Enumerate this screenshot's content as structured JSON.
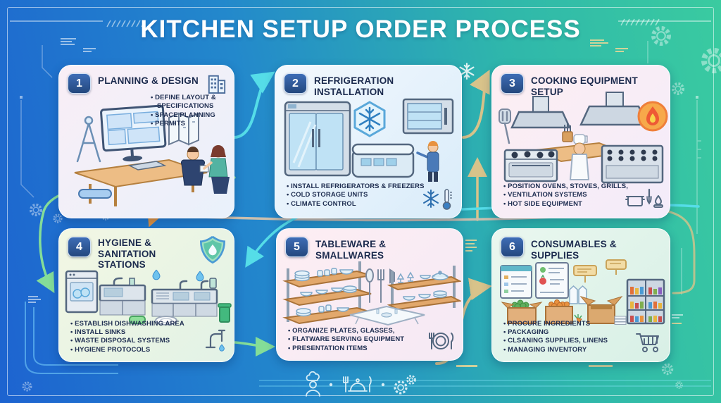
{
  "title": "KITCHEN SETUP ORDER PROCESS",
  "colors": {
    "background_left": "#1d63d0",
    "background_right": "#3acba0",
    "badge_blue": "#2f5fa5",
    "card_title_navy": "#1b2a4d",
    "arrow_cyan": "#55dde8",
    "arrow_tan": "#d8c38a",
    "arrow_green": "#84dd98",
    "arrow_orange": "#e8963c",
    "flame_orange": "#f7a94a",
    "water_blue": "#6fc3ee"
  },
  "cards": [
    {
      "number": "1",
      "title": "PLANNING & DESIGN",
      "corner_icon": "building-icon",
      "illustration_icons": [
        "drafting-compass-icon",
        "monitor-floorplan-icon",
        "folded-map-icon",
        "blueprint-icon",
        "two-people-icon"
      ],
      "bullets": [
        "DEFINE LAYOUT & SPECIFICATIONS",
        "SPACE PLANNING",
        "PERMITS"
      ]
    },
    {
      "number": "2",
      "title": "REFRIGERATION INSTALLATION",
      "illustration_icons": [
        "glass-door-fridge-icon",
        "hex-snowflake-badge-icon",
        "wall-cooler-icon",
        "chest-freezer-icon",
        "technician-icon"
      ],
      "mini_icons": [
        "snowflake-icon",
        "thermometer-icon"
      ],
      "bullets": [
        "INSTALL REFRIGERATORS & FREEZERS",
        "COLD STORAGE UNITS",
        "CLIMATE CONTROL"
      ]
    },
    {
      "number": "3",
      "title": "COOKING EQUIPMENT SETUP",
      "illustration_icons": [
        "range-hood-icon",
        "flame-badge-icon",
        "stove-icon",
        "grill-range-icon",
        "chef-icon",
        "spatula-icon"
      ],
      "mini_icons": [
        "pot-icon",
        "whisk-icon",
        "gas-burner-icon"
      ],
      "bullets": [
        "POSITION OVENS, STOVES, GRILLS,",
        "VENTILATION SYSTEMS",
        "HOT SIDE EQUIPMENT"
      ]
    },
    {
      "number": "4",
      "title": "HYGIENE &\nSANITATION STATIONS",
      "corner_icon": "shield-droplet-icon",
      "illustration_icons": [
        "dishwasher-icon",
        "sink-counter-icon",
        "water-drop-icon",
        "soap-icon",
        "plate-icon",
        "trash-bin-icon"
      ],
      "mini_icons": [
        "faucet-icon"
      ],
      "bullets": [
        "ESTABLISH DISHWASHING AREA",
        "INSTALL SINKS",
        "WASTE DISPOSAL SYSTEMS",
        "HYGIENE PROTOCOLS"
      ]
    },
    {
      "number": "5",
      "title": "TABLEWARE & SMALLWARES",
      "illustration_icons": [
        "shelf-rack-icon",
        "plate-stack-icon",
        "cutlery-icon",
        "set-table-icon"
      ],
      "mini_icons": [
        "plate-cutlery-icon"
      ],
      "bullets": [
        "ORGANIZE PLATES, GLASSES,",
        "FLATWARE SERVING EQUIPMENT",
        "PRESENTATION ITEMS"
      ]
    },
    {
      "number": "6",
      "title": "CONSUMABLES & SUPPLIES",
      "illustration_icons": [
        "checklist-board-icon",
        "produce-box-icon",
        "open-carton-icon",
        "pantry-shelf-icon",
        "carrot-icon",
        "linen-stack-icon"
      ],
      "mini_icons": [
        "shopping-cart-icon"
      ],
      "bullets": [
        "PROCURE INGREDIENTS",
        "PACKAGING",
        "CLSANING SUPPLIES, LINENS",
        "MANAGING INVENTORY"
      ]
    }
  ],
  "footer": {
    "icons": [
      "chef-icon",
      "cloche-cutlery-icon",
      "gears-icon"
    ]
  }
}
